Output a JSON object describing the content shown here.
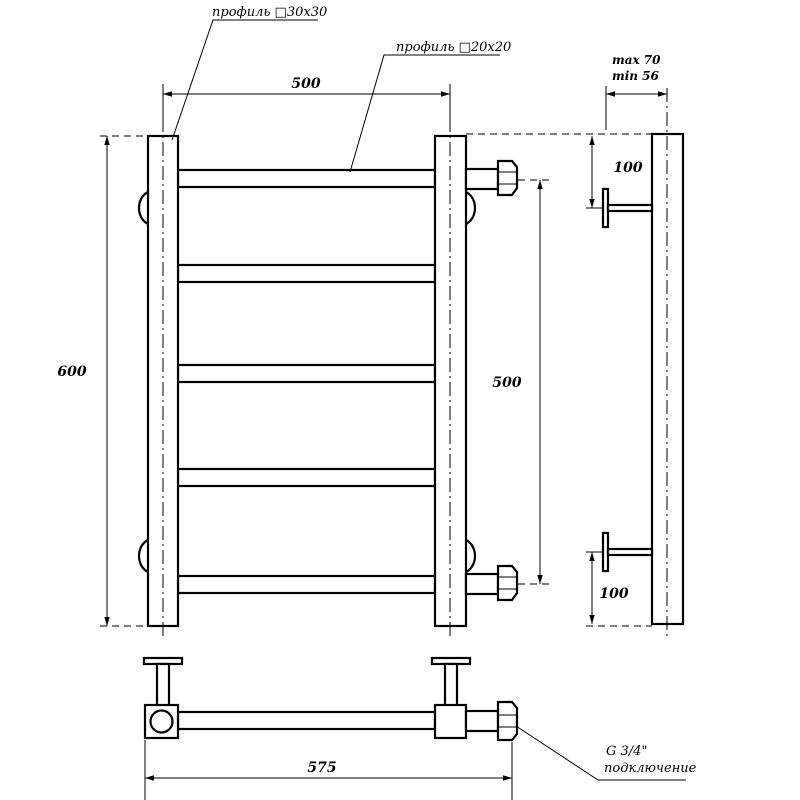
{
  "labels": {
    "profile_main": "профиль □30x30",
    "profile_rung": "профиль □20x20",
    "width_top": "500",
    "height_total": "600",
    "center_distance": "500",
    "wall_max": "max 70",
    "wall_min": "min 56",
    "bracket_top": "100",
    "bracket_bottom": "100",
    "width_total": "575",
    "connection_thread": "G 3/4\"",
    "connection_text": "подключение"
  }
}
